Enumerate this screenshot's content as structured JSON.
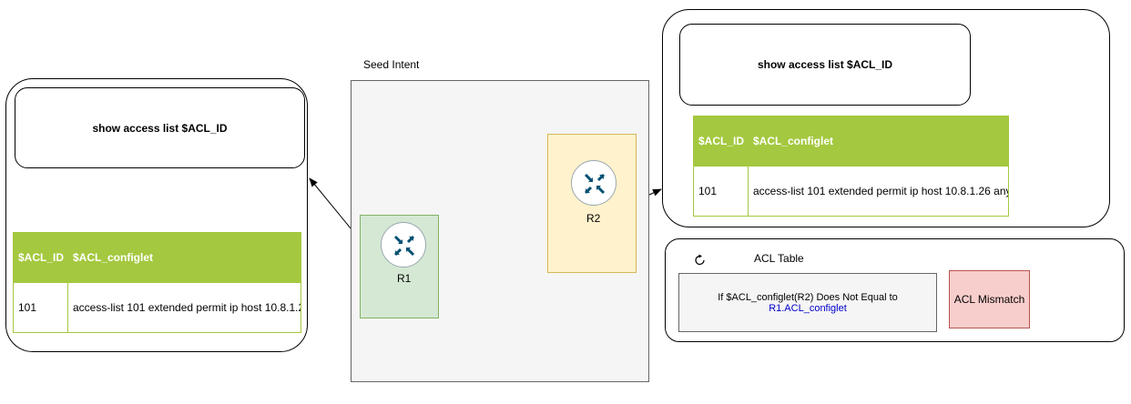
{
  "seed_intent": {
    "label": "Seed Intent"
  },
  "routers": [
    {
      "label": "R1"
    },
    {
      "label": "R2"
    }
  ],
  "left_panel": {
    "command": "show access list $ACL_ID",
    "headers": [
      "$ACL_ID",
      "$ACL_configlet"
    ],
    "row": [
      "101",
      "access-list 101 extended permit ip host 10.8.1.2"
    ]
  },
  "right_panel": {
    "command": "show access list $ACL_ID",
    "headers": [
      "$ACL_ID",
      "$ACL_configlet"
    ],
    "row": [
      "101",
      "access-list 101 extended permit ip host 10.8.1.26 any"
    ]
  },
  "acl_table": {
    "title": "ACL Table",
    "condition_line1": "If $ACL_configlet(R2)  Does Not Equal to",
    "condition_line2": "R1.ACL_configlet",
    "result": "ACL Mismatch"
  },
  "colors": {
    "header_green": "#a4c83f",
    "r1_zone": "#d5e8d4",
    "r2_zone": "#fff2cc",
    "mismatch": "#f8cecc",
    "link_text": "#0000cc"
  }
}
